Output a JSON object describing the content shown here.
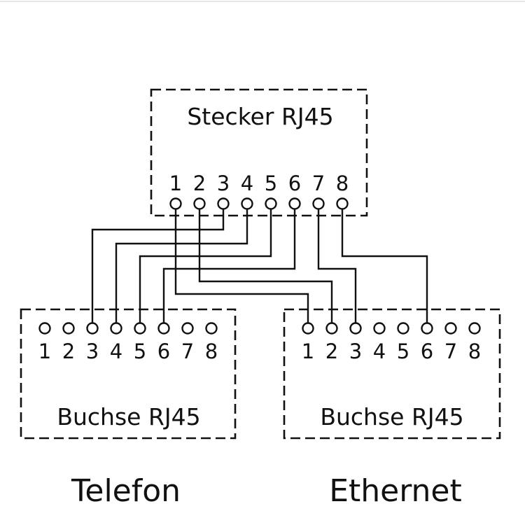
{
  "plug": {
    "title": "Stecker RJ45",
    "pins": [
      "1",
      "2",
      "3",
      "4",
      "5",
      "6",
      "7",
      "8"
    ]
  },
  "sockets": [
    {
      "title": "Buchse RJ45",
      "pins": [
        "1",
        "2",
        "3",
        "4",
        "5",
        "6",
        "7",
        "8"
      ],
      "caption": "Telefon"
    },
    {
      "title": "Buchse RJ45",
      "pins": [
        "1",
        "2",
        "3",
        "4",
        "5",
        "6",
        "7",
        "8"
      ],
      "caption": "Ethernet"
    }
  ],
  "wiring": [
    {
      "from": "Stecker RJ45 pin 1",
      "to": "Ethernet pin 1"
    },
    {
      "from": "Stecker RJ45 pin 2",
      "to": "Ethernet pin 2"
    },
    {
      "from": "Stecker RJ45 pin 3",
      "to": "Telefon pin 3"
    },
    {
      "from": "Stecker RJ45 pin 4",
      "to": "Telefon pin 4"
    },
    {
      "from": "Stecker RJ45 pin 5",
      "to": "Telefon pin 5"
    },
    {
      "from": "Stecker RJ45 pin 6",
      "to": "Telefon pin 6"
    },
    {
      "from": "Stecker RJ45 pin 7",
      "to": "Ethernet pin 3"
    },
    {
      "from": "Stecker RJ45 pin 8",
      "to": "Ethernet pin 6"
    }
  ]
}
